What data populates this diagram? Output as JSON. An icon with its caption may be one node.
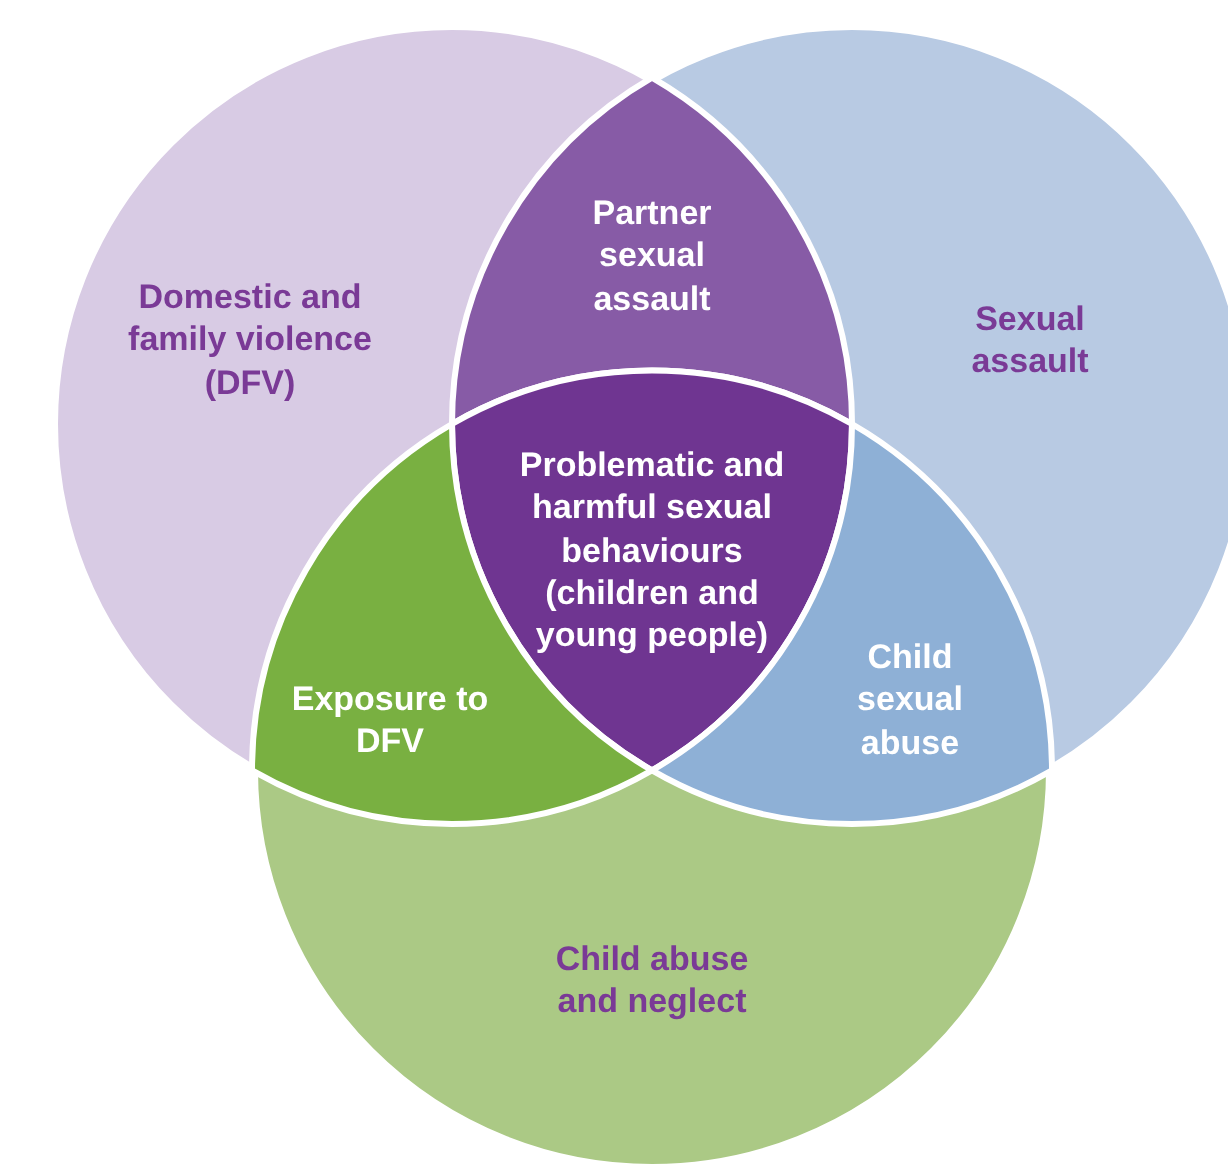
{
  "diagram": {
    "nodes": [
      {
        "text": [
          "Domestic and family violence (DFV)"
        ]
      },
      {
        "text": [
          "Partner sexual assault"
        ]
      },
      {
        "text": [
          "Sexual assault"
        ]
      },
      {
        "text": [
          "Problematic and harmful sexual behaviours (children and young people)"
        ]
      },
      {
        "text": [
          "Exposure to DFV"
        ]
      },
      {
        "text": [
          "Child sexual abuse"
        ]
      },
      {
        "text": [
          "Child abuse and neglect"
        ]
      }
    ]
  }
}
